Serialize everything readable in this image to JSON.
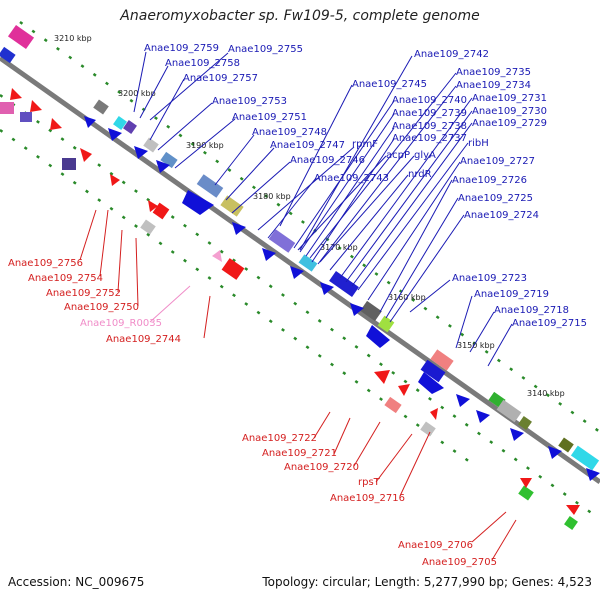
{
  "title": "Anaeromyxobacter sp. Fw109-5, complete genome",
  "footer": {
    "accession": "Accession: NC_009675",
    "summary": "Topology: circular; Length: 5,277,990 bp; Genes: 4,523"
  },
  "colors": {
    "forward_label": "#1a1ab4",
    "reverse_label": "#d42020",
    "rna_label": "#f08cc8",
    "backbone": "#808080",
    "tick": "#2a8a2a"
  },
  "kbp_labels": [
    "3210 kbp",
    "3200 kbp",
    "3190 kbp",
    "3180 kbp",
    "3170 kbp",
    "3160 kbp",
    "3150 kbp",
    "3140 kbp"
  ],
  "forward_labels": [
    "Anae109_2759",
    "Anae109_2755",
    "Anae109_2758",
    "Anae109_2757",
    "Anae109_2753",
    "Anae109_2751",
    "Anae109_2748",
    "Anae109_2747",
    "rpmF",
    "Anae109_2746",
    "Anae109_2743",
    "Anae109_2745",
    "Anae109_2742",
    "Anae109_2735",
    "Anae109_2734",
    "Anae109_2740",
    "Anae109_2739",
    "Anae109_2738",
    "Anae109_2737",
    "acpP",
    "glyA",
    "nrdR",
    "Anae109_2731",
    "Anae109_2730",
    "Anae109_2729",
    "ribH",
    "Anae109_2727",
    "Anae109_2726",
    "Anae109_2725",
    "Anae109_2724",
    "Anae109_2723",
    "Anae109_2719",
    "Anae109_2718",
    "Anae109_2715"
  ],
  "reverse_labels": [
    "Anae109_2756",
    "Anae109_2754",
    "Anae109_2752",
    "Anae109_2750",
    "Anae109_R0035",
    "Anae109_2744",
    "Anae109_2722",
    "Anae109_2721",
    "Anae109_2720",
    "rpsT",
    "Anae109_2716",
    "Anae109_2706",
    "Anae109_2705"
  ]
}
